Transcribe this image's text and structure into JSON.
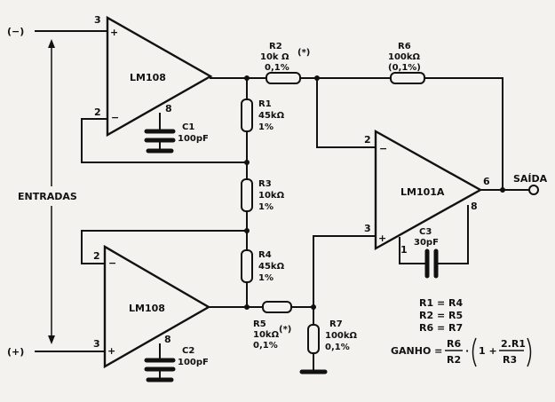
{
  "inputs": {
    "neg": "(−)",
    "pos": "(+)",
    "label": "ENTRADAS"
  },
  "output": "SAÍDA",
  "opamps": {
    "u1": {
      "name": "LM108",
      "pin_in_plus": "3",
      "pin_in_minus": "2",
      "pin_comp": "8"
    },
    "u2": {
      "name": "LM108",
      "pin_in_plus": "3",
      "pin_in_minus": "2",
      "pin_comp": "8"
    },
    "u3": {
      "name": "LM101A",
      "pin_in_minus": "2",
      "pin_in_plus": "3",
      "pin_out": "6",
      "pin_comp8": "8",
      "pin_comp1": "1"
    }
  },
  "components": {
    "R1": {
      "name": "R1",
      "value": "45kΩ",
      "tol": "1%"
    },
    "R2": {
      "name": "R2",
      "value": "10k Ω",
      "tol": "0,1%",
      "mark": "(*)"
    },
    "R3": {
      "name": "R3",
      "value": "10kΩ",
      "tol": "1%"
    },
    "R4": {
      "name": "R4",
      "value": "45kΩ",
      "tol": "1%"
    },
    "R5": {
      "name": "R5",
      "value": "10kΩ",
      "tol": "0,1%",
      "mark": "(*)"
    },
    "R6": {
      "name": "R6",
      "value": "100kΩ",
      "tol": "(0,1%)"
    },
    "R7": {
      "name": "R7",
      "value": "100kΩ",
      "tol": "0,1%"
    },
    "C1": {
      "name": "C1",
      "value": "100pF"
    },
    "C2": {
      "name": "C2",
      "value": "100pF"
    },
    "C3": {
      "name": "C3",
      "value": "30pF"
    }
  },
  "notes": {
    "eq1": "R1 = R4",
    "eq2": "R2 = R5",
    "eq3": "R6 = R7",
    "gain_label": "GANHO =",
    "gain_num": "R6",
    "gain_den": "R2",
    "gain_dot": "·",
    "gain_one_plus": "1 +",
    "gain_inner_num": "2.R1",
    "gain_inner_den": "R3"
  }
}
